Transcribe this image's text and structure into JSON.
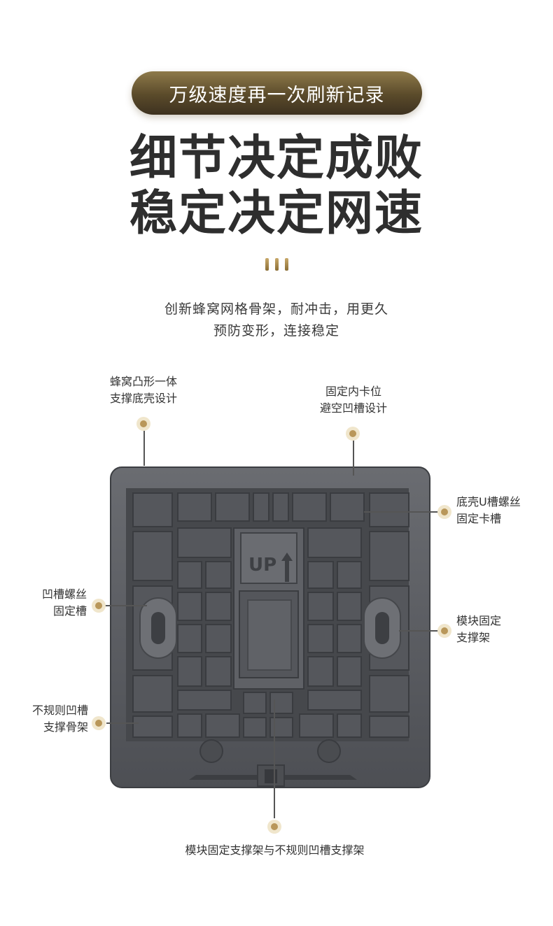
{
  "badge": {
    "text": "万级速度再一次刷新记录"
  },
  "headline": {
    "line1": "细节决定成败",
    "line2": "稳定决定网速"
  },
  "subtitle": {
    "line1": "创新蜂窝网格骨架，耐冲击，用更久",
    "line2": "预防变形，连接稳定"
  },
  "product": {
    "embossed_text": "UP"
  },
  "callouts": {
    "honeycomb": {
      "line1": "蜂窝凸形一体",
      "line2": "支撑底壳设计"
    },
    "inner_clip": {
      "line1": "固定内卡位",
      "line2": "避空凹槽设计"
    },
    "u_slot": {
      "line1": "底壳U槽螺丝",
      "line2": "固定卡槽"
    },
    "screw_groove": {
      "line1": "凹槽螺丝",
      "line2": "固定槽"
    },
    "module_bracket": {
      "line1": "模块固定",
      "line2": "支撑架"
    },
    "irregular": {
      "line1": "不规则凹槽",
      "line2": "支撑骨架"
    },
    "bottom": {
      "text": "模块固定支撑架与不规则凹槽支撑架"
    }
  },
  "colors": {
    "gold": "#b9975a",
    "dark_text": "#2e2e2e",
    "device_gray": "#5c5e63"
  }
}
